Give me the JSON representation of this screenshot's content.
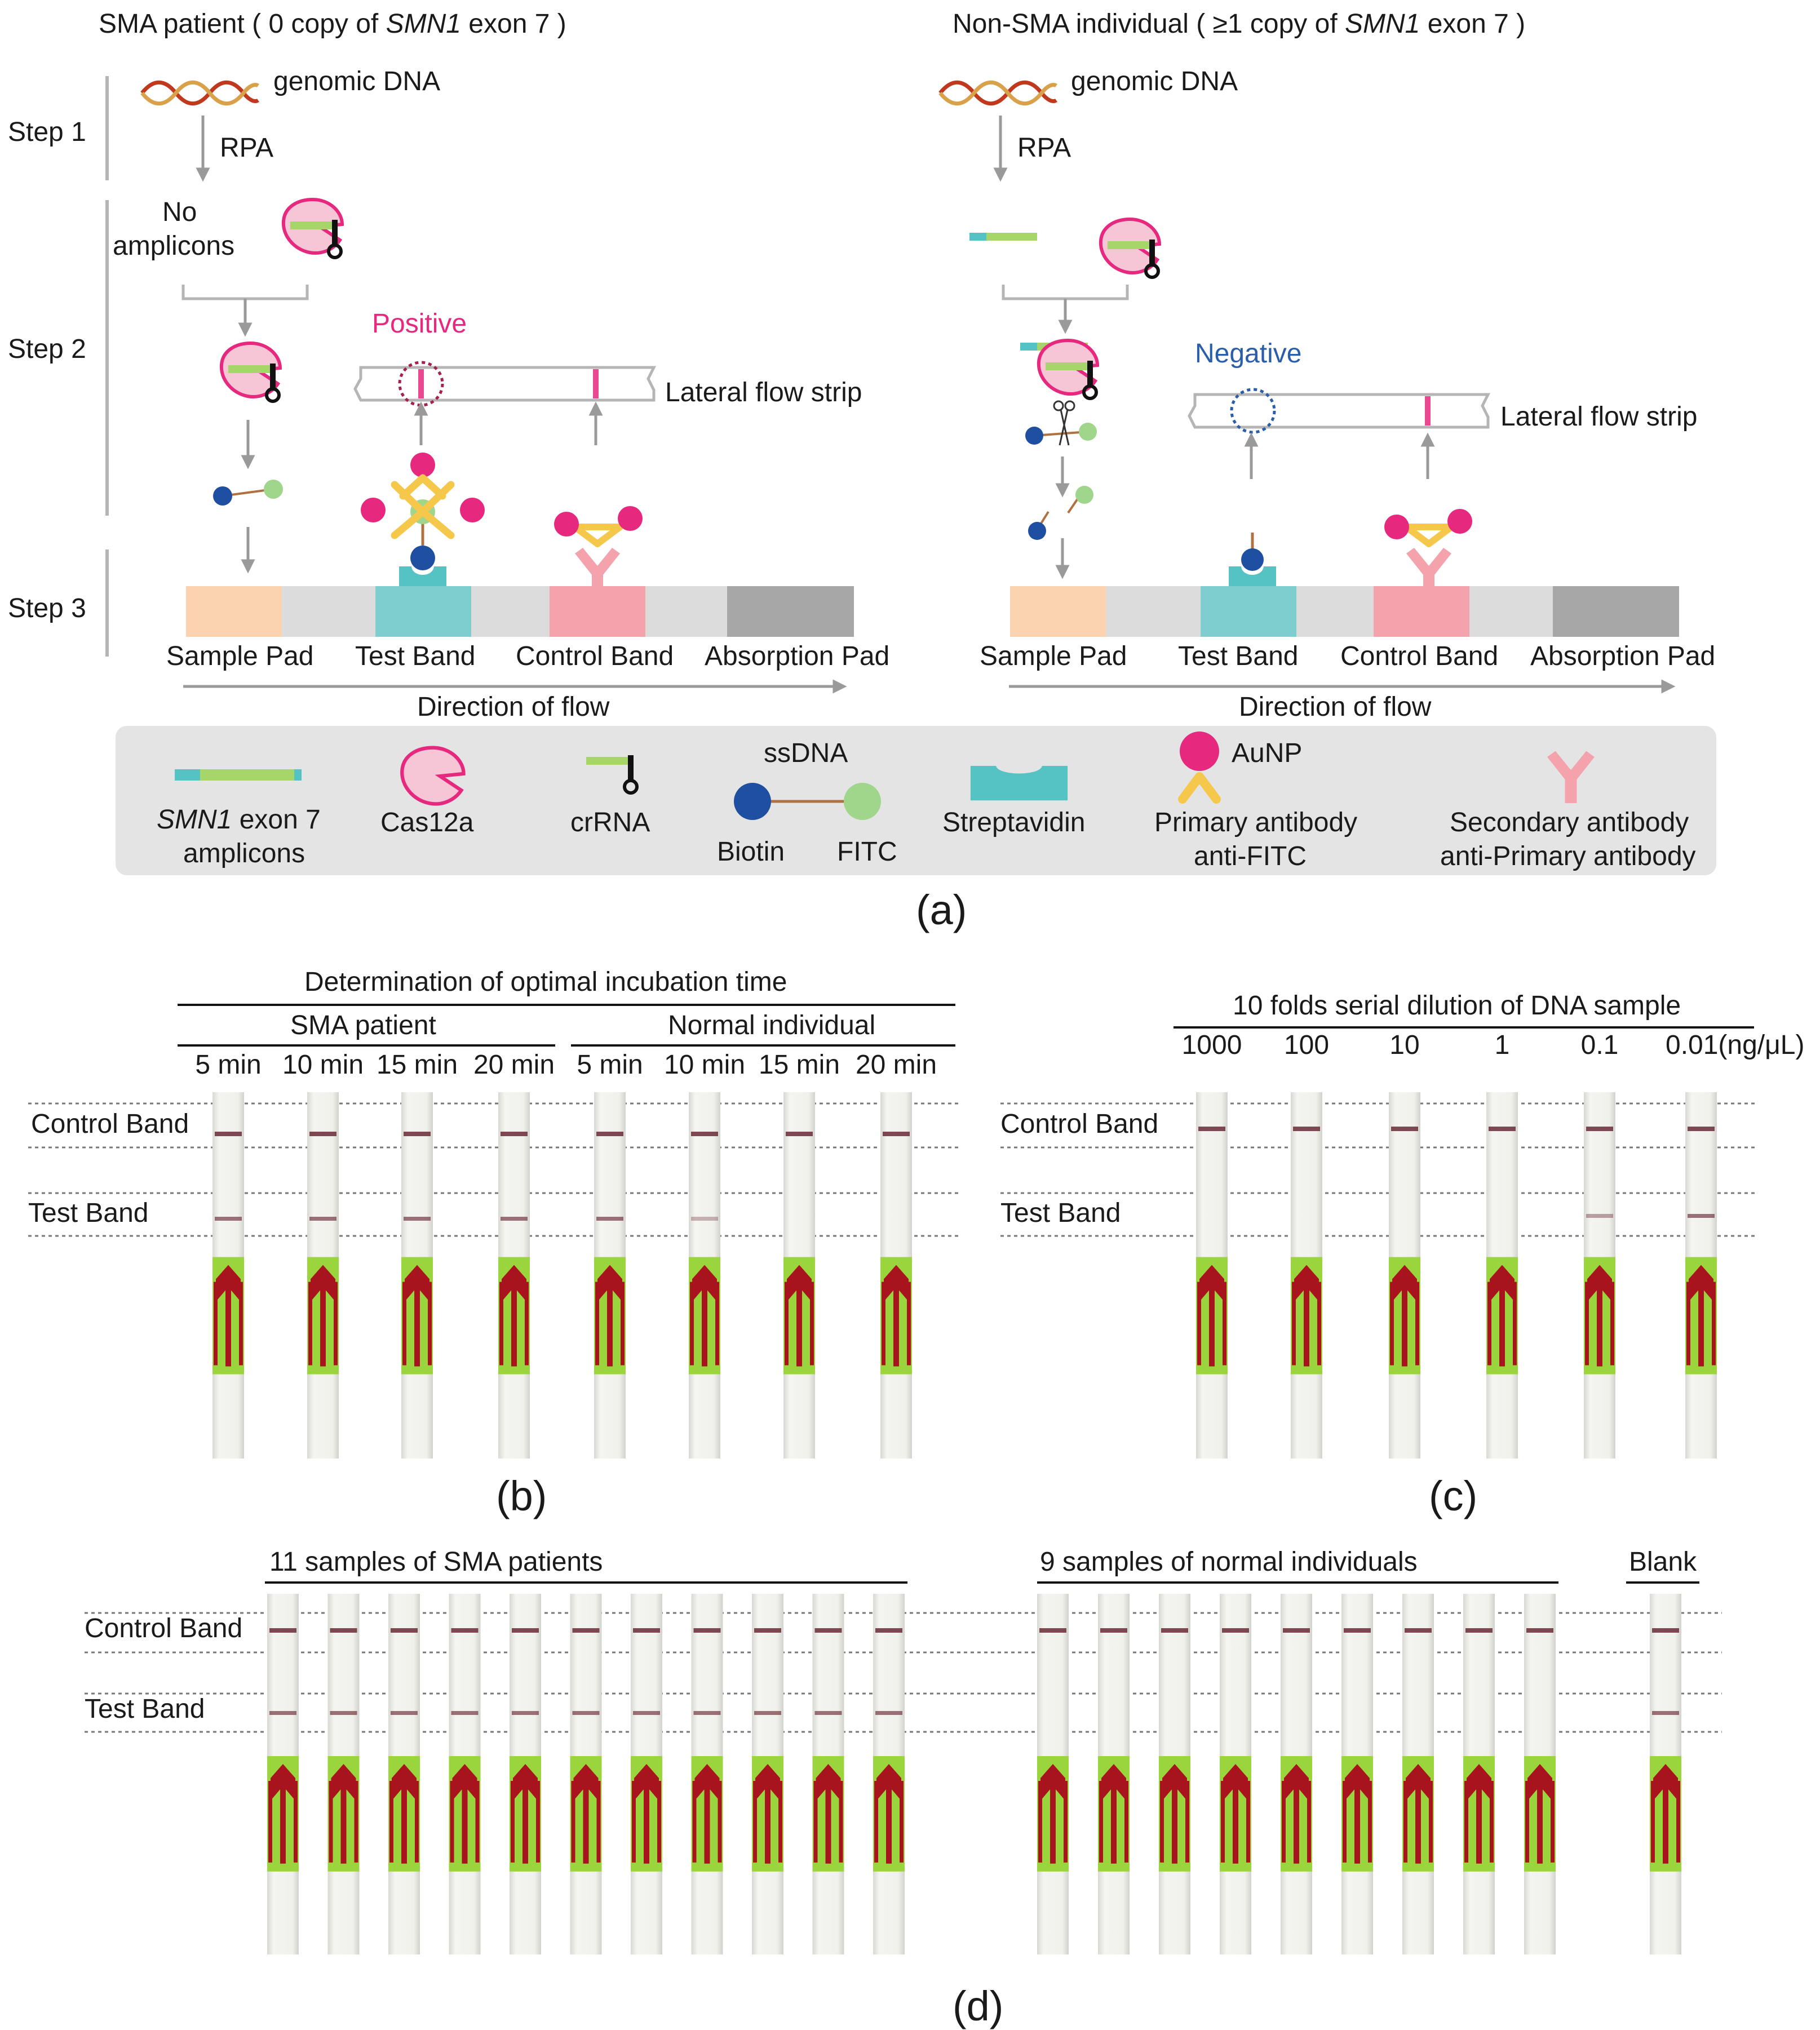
{
  "panel_a": {
    "left_title_pre": "SMA patient ( 0 copy of ",
    "left_title_gene": "SMN1",
    "left_title_post": " exon 7 )",
    "right_title_pre": "Non-SMA individual ( ≥1 copy of ",
    "right_title_gene": "SMN1",
    "right_title_post": " exon 7 )",
    "step1": "Step 1",
    "step2": "Step 2",
    "step3": "Step 3",
    "genomic_dna": "genomic DNA",
    "rpa": "RPA",
    "no_amplicons_1": "No",
    "no_amplicons_2": "amplicons",
    "positive": "Positive",
    "negative": "Negative",
    "lateral_flow_strip": "Lateral flow strip",
    "pad_labels": [
      "Sample Pad",
      "Test Band",
      "Control Band",
      "Absorption Pad"
    ],
    "direction_of_flow": "Direction of flow",
    "legend": {
      "amplicons_gene": "SMN1",
      "amplicons_1": " exon 7",
      "amplicons_2": "amplicons",
      "cas": "Cas12a",
      "crrna": "crRNA",
      "ssdna": "ssDNA",
      "biotin": "Biotin",
      "fitc": "FITC",
      "streptavidin": "Streptavidin",
      "aunp": "AuNP",
      "primary_1": "Primary antibody",
      "primary_2": "anti-FITC",
      "secondary_1": "Secondary antibody",
      "secondary_2": "anti-Primary antibody"
    },
    "caption": "(a)"
  },
  "panel_b": {
    "title": "Determination of optimal incubation time",
    "group1": "SMA patient",
    "group2": "Normal individual",
    "times": [
      "5 min",
      "10 min",
      "15 min",
      "20 min",
      "5 min",
      "10 min",
      "15 min",
      "20 min"
    ],
    "control_band": "Control Band",
    "test_band": "Test Band",
    "test_band_visible": [
      1,
      1,
      1,
      1,
      1,
      0.3,
      0,
      0
    ],
    "caption": "(b)"
  },
  "panel_c": {
    "title": "10 folds serial dilution of DNA sample",
    "concentrations": [
      "1000",
      "100",
      "10",
      "1",
      "0.1",
      "0.01(ng/μL)"
    ],
    "control_band": "Control Band",
    "test_band": "Test Band",
    "test_band_visible": [
      0,
      0,
      0,
      0,
      0.5,
      1
    ],
    "caption": "(c)"
  },
  "panel_d": {
    "group1": "11 samples of SMA patients",
    "group2": "9 samples of normal individuals",
    "group3": "Blank",
    "control_band": "Control Band",
    "test_band": "Test Band",
    "sma_count": 11,
    "normal_count": 9,
    "blank_count": 1,
    "caption": "(d)"
  },
  "colors": {
    "cas12a": "#f7c6d6",
    "magenta": "#e6297e",
    "crrna_green": "#a6d56a",
    "teal": "#55c2c3",
    "biotin_blue": "#1e4fa0",
    "fitc_green": "#9fd68c",
    "antibody_yellow": "#f5c84c",
    "secondary_pink": "#f4a3ad",
    "sample_pad": "#fbd3b0",
    "test_band": "#7fcecf",
    "control_band": "#f4a3ad",
    "absorption_pad": "#a7a7a7",
    "strip_grey": "#dcdcdc",
    "legend_box": "#e4e4e4",
    "strip_green": "#9bd53d",
    "strip_arrow": "#a8141e",
    "band": "#6a2a35",
    "positive_label": "#e6297e",
    "negative_label": "#2b5ea8"
  }
}
